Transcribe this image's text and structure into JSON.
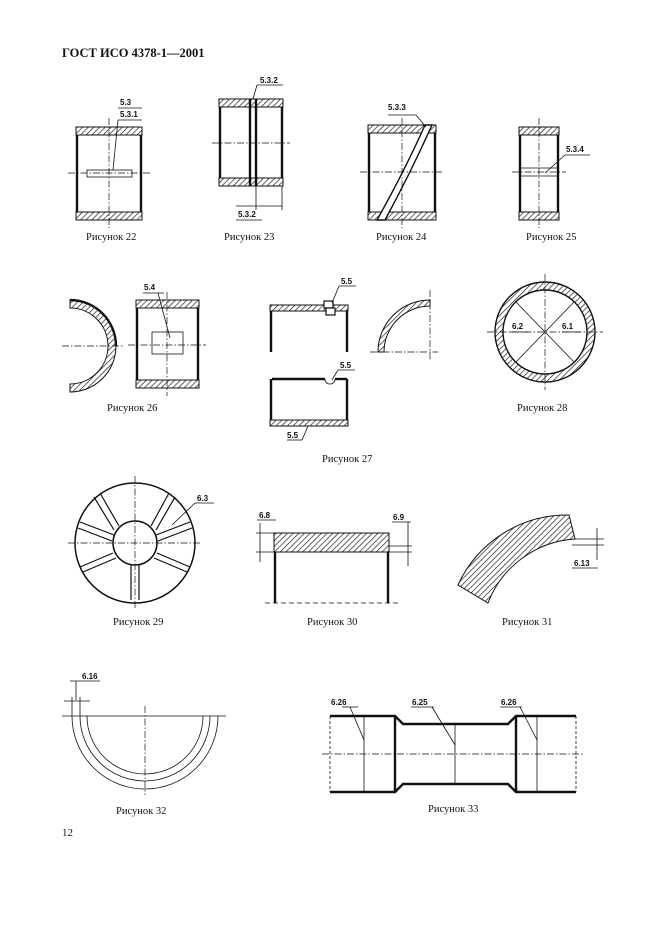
{
  "header": {
    "title": "ГОСТ ИСО 4378-1—2001"
  },
  "page_number": "12",
  "figures": [
    {
      "id": "fig22",
      "caption": "Рисунок 22",
      "labels": [
        "5.3",
        "5.3.1"
      ]
    },
    {
      "id": "fig23",
      "caption": "Рисунок 23",
      "labels": [
        "5.3.2",
        "5.3.2"
      ]
    },
    {
      "id": "fig24",
      "caption": "Рисунок 24",
      "labels": [
        "5.3.3"
      ]
    },
    {
      "id": "fig25",
      "caption": "Рисунок 25",
      "labels": [
        "5.3.4"
      ]
    },
    {
      "id": "fig26",
      "caption": "Рисунок 26",
      "labels": [
        "5.4"
      ]
    },
    {
      "id": "fig27",
      "caption": "Рисунок 27",
      "labels": [
        "5.5",
        "5.5",
        "5.5"
      ]
    },
    {
      "id": "fig28",
      "caption": "Рисунок 28",
      "labels": [
        "6.2",
        "6.1"
      ]
    },
    {
      "id": "fig29",
      "caption": "Рисунок 29",
      "labels": [
        "6.3"
      ]
    },
    {
      "id": "fig30",
      "caption": "Рисунок 30",
      "labels": [
        "6.8",
        "6.9"
      ]
    },
    {
      "id": "fig31",
      "caption": "Рисунок 31",
      "labels": [
        "6.13"
      ]
    },
    {
      "id": "fig32",
      "caption": "Рисунок 32",
      "labels": [
        "6.16"
      ]
    },
    {
      "id": "fig33",
      "caption": "Рисунок 33",
      "labels": [
        "6.26",
        "6.25",
        "6.26"
      ]
    }
  ]
}
